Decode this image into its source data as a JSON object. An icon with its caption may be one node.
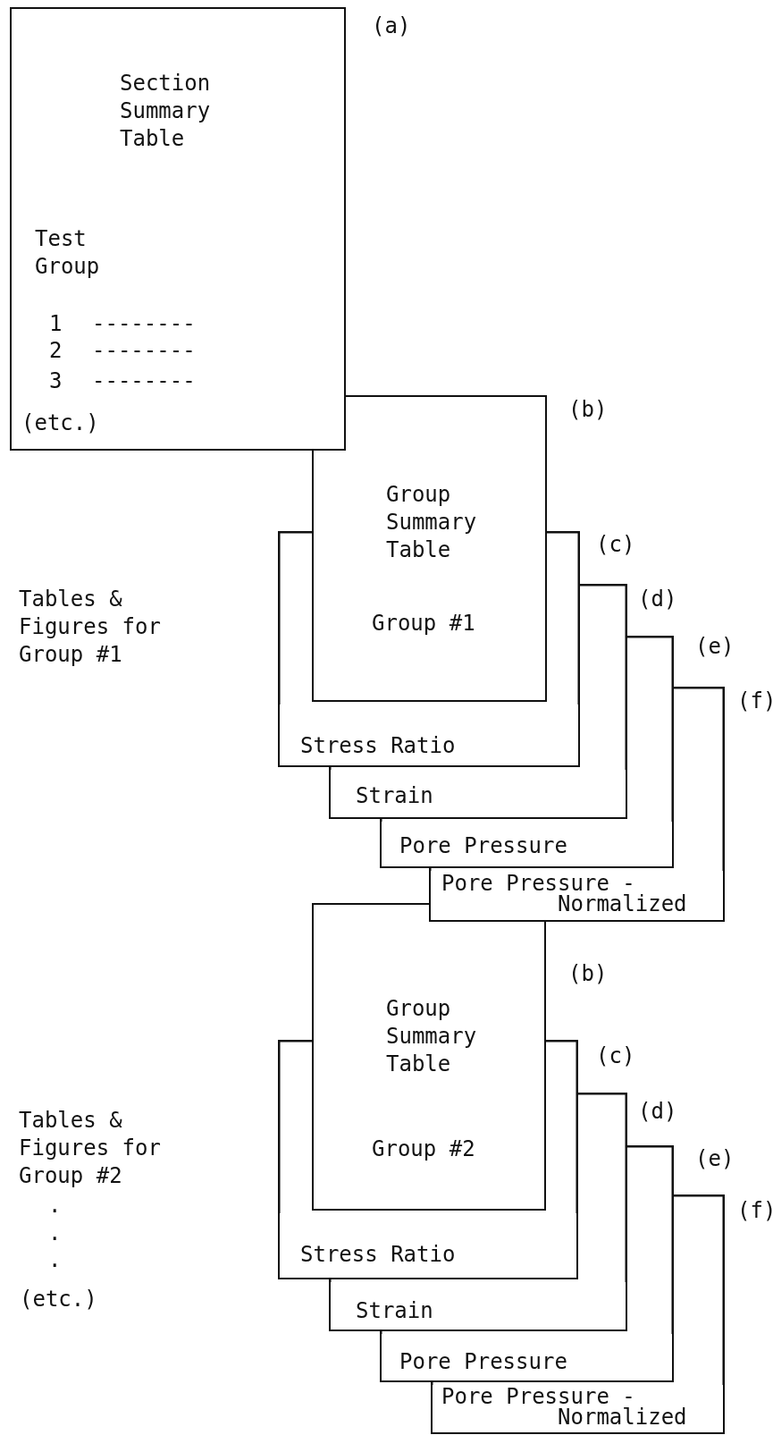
{
  "diagram": {
    "nodes": [
      {
        "text": [
          "Section Summary Table",
          "Test Group",
          "1",
          "--------",
          "2",
          "--------",
          "3",
          "--------",
          "(etc.)"
        ],
        "beside": [
          "(a)"
        ]
      },
      {
        "text": [
          "Group Summary Table",
          "Group #1"
        ],
        "beside": [
          "(b)"
        ]
      },
      {
        "text": [
          "Stress Ratio"
        ]
      },
      {
        "text": [
          "Strain"
        ]
      },
      {
        "text": [
          "Pore Pressure"
        ]
      },
      {
        "text": [
          "Pore Pressure - Normalized"
        ]
      },
      {
        "text": [
          "Group Summary Table",
          "Group #2"
        ],
        "beside": [
          "(b)"
        ]
      },
      {
        "text": [
          "Stress Ratio"
        ]
      },
      {
        "text": [
          "Strain"
        ]
      },
      {
        "text": [
          "Pore Pressure"
        ]
      },
      {
        "text": [
          "Pore Pressure - Normalized"
        ]
      }
    ],
    "labels": [
      "(c)",
      "(d)",
      "(e)",
      "(f)",
      "Tables & Figures for Group #1",
      "(c)",
      "(d)",
      "(e)",
      "(f)",
      "Tables & Figures for Group #2",
      ".",
      ".",
      ".",
      "(etc.)"
    ]
  }
}
